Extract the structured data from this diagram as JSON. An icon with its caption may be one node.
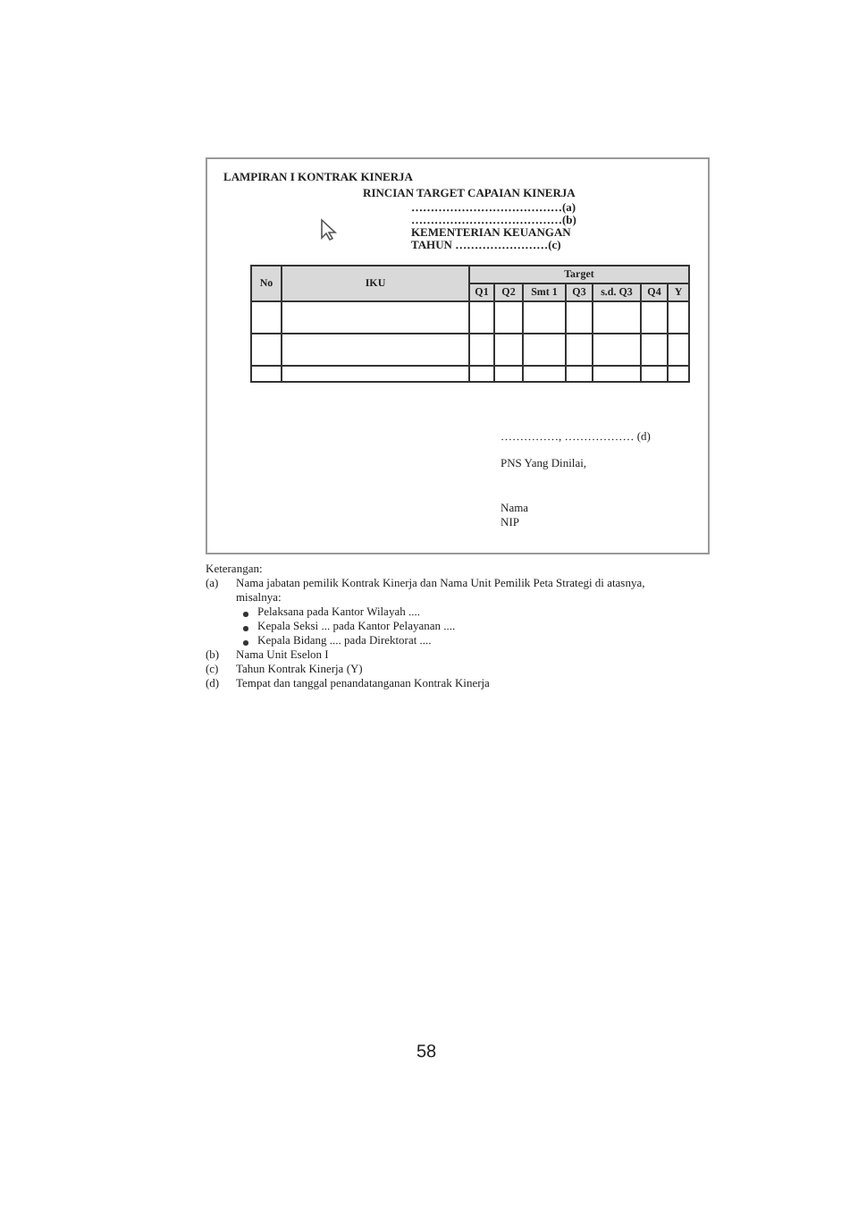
{
  "diagram": {
    "title": "LAMPIRAN I KONTRAK KINERJA",
    "labels": [
      "RINCIAN TARGET CAPAIAN KINERJA",
      "…………………………………(a)",
      "…………………………………(b)",
      "KEMENTERIAN KEUANGAN",
      "TAHUN ……………………(c)",
      "No",
      "IKU",
      "Target",
      "Q1",
      "Q2",
      "Smt 1",
      "Q3",
      "s.d. Q3",
      "Q4",
      "Y",
      "……………, ……………… (d)",
      "PNS Yang Dinilai,",
      "Nama",
      "NIP",
      "Keterangan:",
      "(a)",
      "Nama jabatan pemilik Kontrak Kinerja dan Nama Unit Pemilik Peta Strategi di atasnya, misalnya:",
      "Pelaksana pada Kantor Wilayah ....",
      "Kepala Seksi ... pada Kantor Pelayanan ....",
      "Kepala Bidang .... pada Direktorat ....",
      "(b)",
      "Nama Unit Eselon I",
      "(c)",
      "Tahun Kontrak Kinerja (Y)",
      "(d)",
      "Tempat dan tanggal penandatanganan Kontrak Kinerja",
      "58"
    ]
  }
}
